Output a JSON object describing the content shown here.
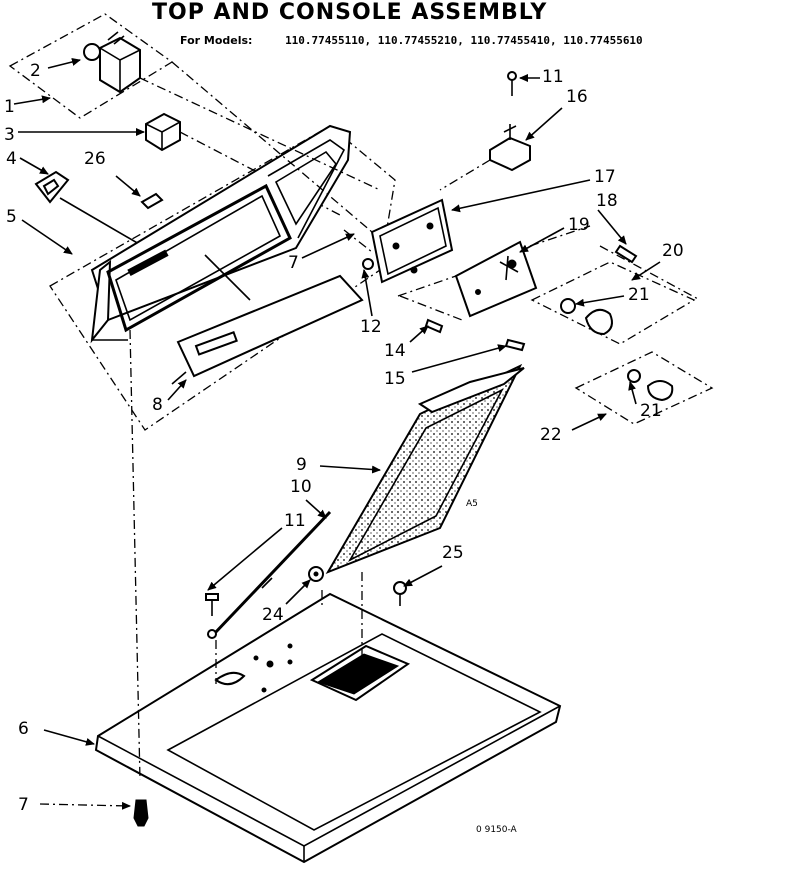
{
  "header": {
    "title": "TOP AND CONSOLE ASSEMBLY",
    "models_label": "For Models:",
    "models": "110.77455110, 110.77455210, 110.77455410, 110.77455610"
  },
  "callouts": {
    "c1": "1",
    "c2": "2",
    "c3": "3",
    "c4": "4",
    "c5": "5",
    "c6": "6",
    "c7a": "7",
    "c7b": "7",
    "c8": "8",
    "c9": "9",
    "c10": "10",
    "c11a": "11",
    "c11b": "11",
    "c12": "12",
    "c14": "14",
    "c15": "15",
    "c16": "16",
    "c17": "17",
    "c18": "18",
    "c19": "19",
    "c20": "20",
    "c21a": "21",
    "c21b": "21",
    "c22": "22",
    "c24": "24",
    "c25": "25",
    "c26": "26"
  },
  "marks": {
    "center_mark": "A5",
    "drawing_number": "0 9150-A"
  }
}
